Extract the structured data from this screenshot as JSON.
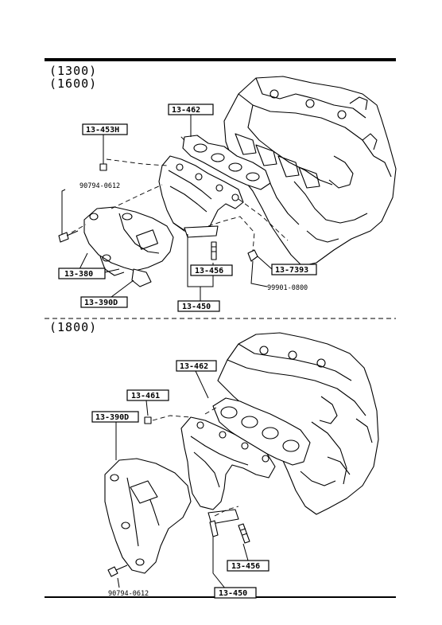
{
  "sections": [
    {
      "id": "s1",
      "labels": [
        "(1300)",
        "(1600)"
      ]
    },
    {
      "id": "s2",
      "labels": [
        "(1800)"
      ]
    }
  ],
  "parts_top": {
    "p13_462": "13-462",
    "p13_453H": "13-453H",
    "p90794_0612": "90794-0612",
    "p13_380": "13-380",
    "p13_390D": "13-390D",
    "p13_456": "13-456",
    "p13_450": "13-450",
    "p13_7393": "13-7393",
    "p99901_0800": "99901-0800"
  },
  "parts_bottom": {
    "p13_462": "13-462",
    "p13_461": "13-461",
    "p13_390D": "13-390D",
    "p13_456": "13-456",
    "p13_450": "13-450",
    "p90794_0612": "90794-0612"
  }
}
